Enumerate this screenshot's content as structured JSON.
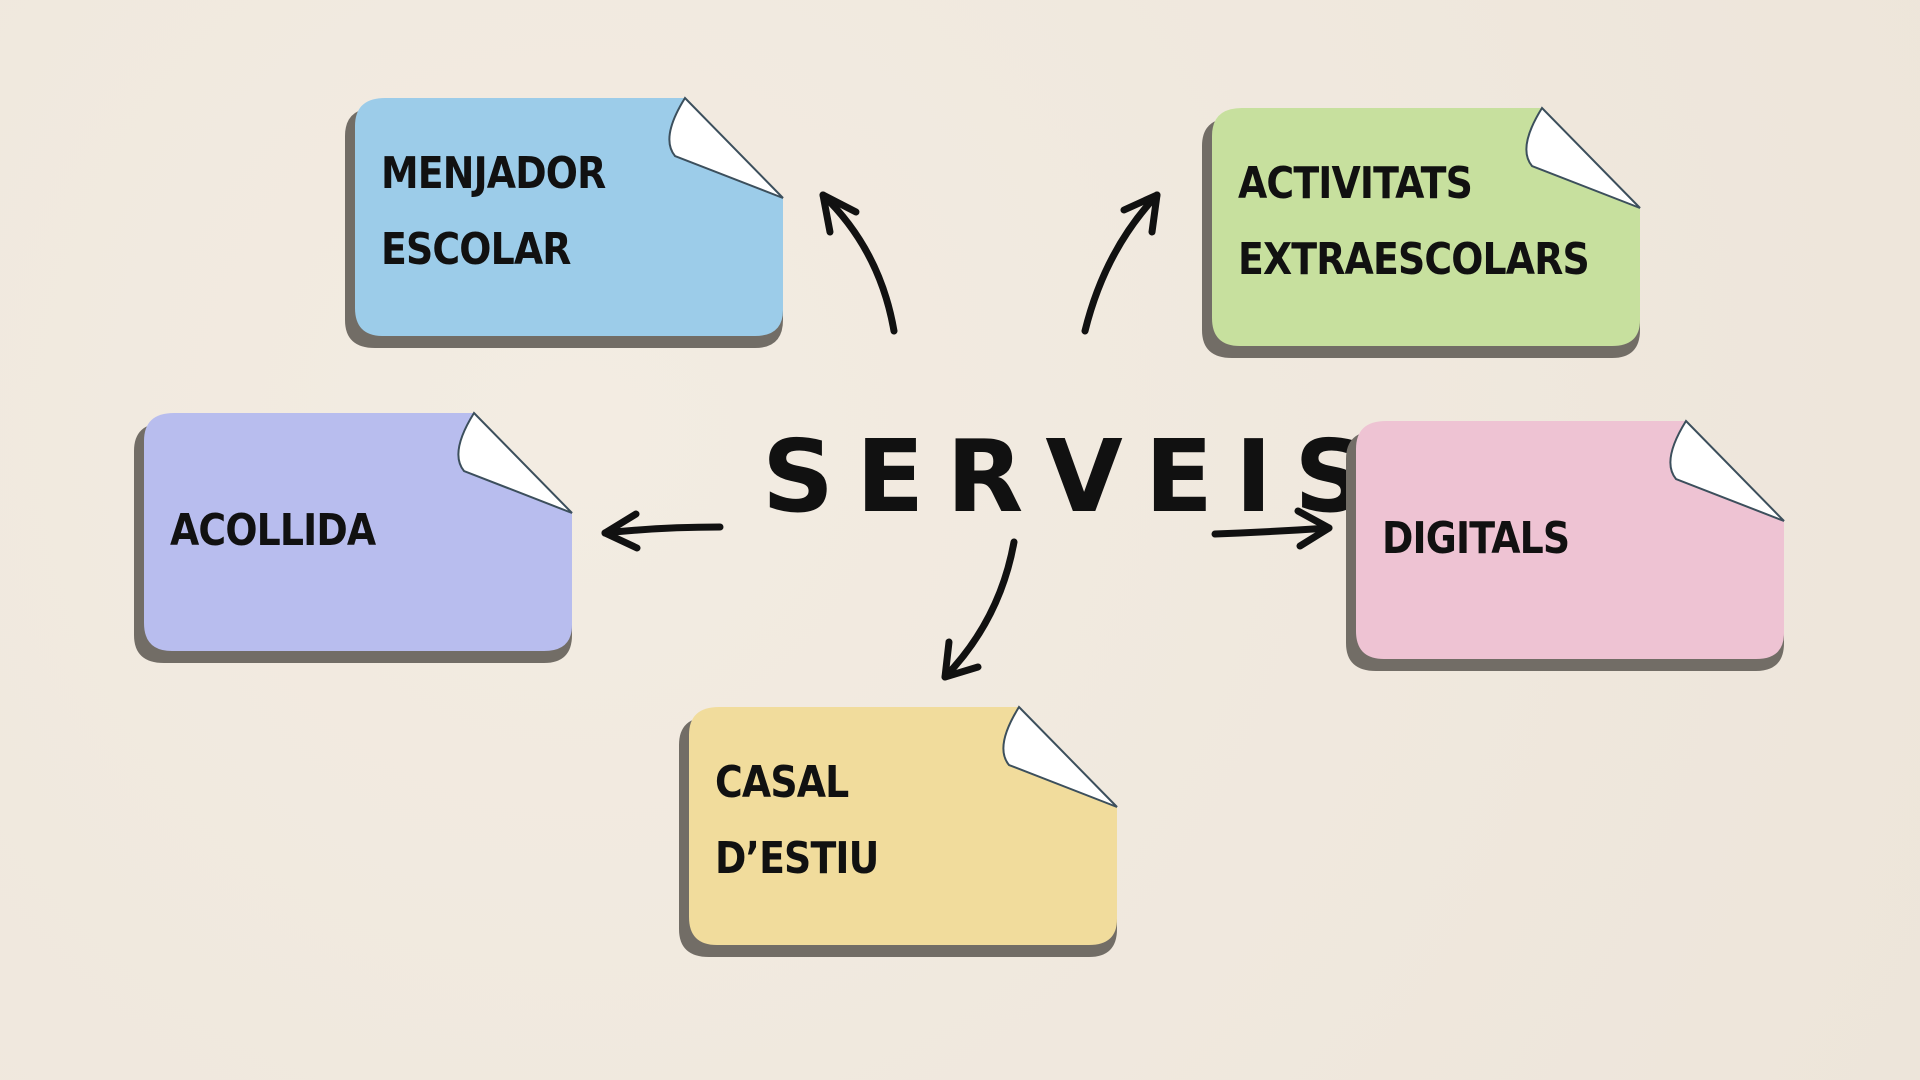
{
  "title": "SERVEIS",
  "notes": [
    {
      "line1": "MENJADOR",
      "line2": "ESCOLAR",
      "color": "#9ccce9"
    },
    {
      "line1": "ACTIVITATS",
      "line2": "EXTRAESCOLARS",
      "color": "#c7e09e"
    },
    {
      "line1": "ACOLLIDA",
      "line2": "",
      "color": "#b8bdee"
    },
    {
      "line1": "DIGITALS",
      "line2": "",
      "color": "#eec3d3"
    },
    {
      "line1": "CASAL",
      "line2": "D’ESTIU",
      "color": "#f1dc9c"
    }
  ]
}
